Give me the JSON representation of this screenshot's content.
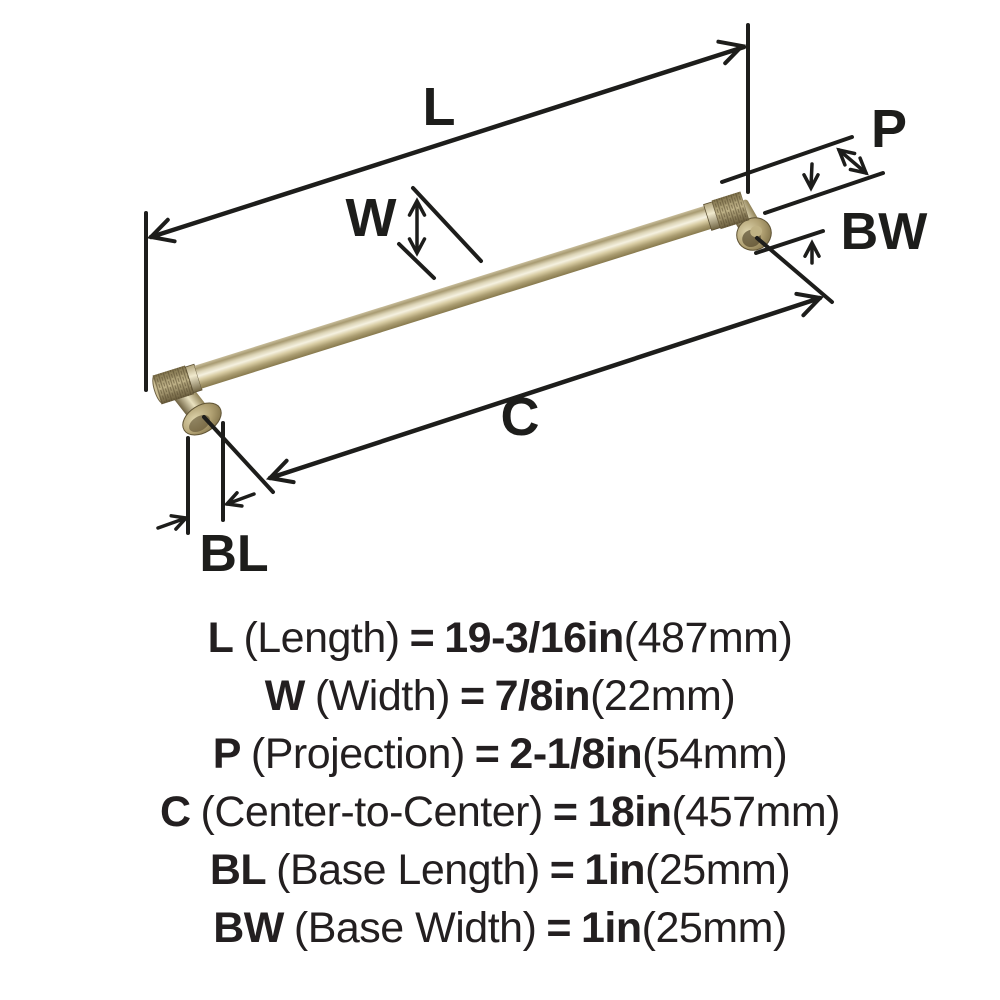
{
  "diagram": {
    "labels": {
      "length": "L",
      "width": "W",
      "projection": "P",
      "base_width": "BW",
      "center": "C",
      "base_length": "BL"
    }
  },
  "legend": {
    "rows": [
      {
        "abbr": "L",
        "name": "(Length)",
        "eq": "=",
        "value": "19-3/16in",
        "metric": "(487mm)"
      },
      {
        "abbr": "W",
        "name": "(Width)",
        "eq": "=",
        "value": "7/8in",
        "metric": "(22mm)"
      },
      {
        "abbr": "P",
        "name": "(Projection)",
        "eq": "=",
        "value": "2-1/8in",
        "metric": "(54mm)"
      },
      {
        "abbr": "C",
        "name": "(Center-to-Center)",
        "eq": "=",
        "value": "18in",
        "metric": "(457mm)"
      },
      {
        "abbr": "BL",
        "name": "(Base Length)",
        "eq": "=",
        "value": "1in",
        "metric": "(25mm)"
      },
      {
        "abbr": "BW",
        "name": "(Base Width)",
        "eq": "=",
        "value": "1in",
        "metric": "(25mm)"
      }
    ]
  },
  "colors": {
    "ink": "#1d1d1b",
    "gold_highlight": "#f5f1e0",
    "gold_mid": "#b3a376",
    "gold_shadow": "#6e5f3a"
  }
}
